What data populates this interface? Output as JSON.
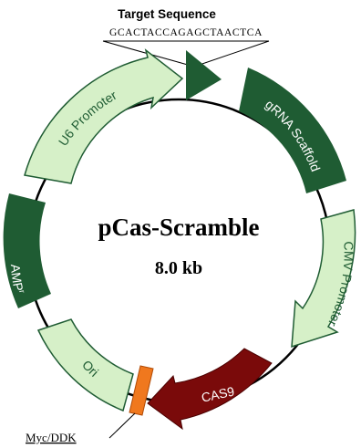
{
  "plasmid": {
    "name": "pCas-Scramble",
    "size": "8.0 kb"
  },
  "target": {
    "title": "Target Sequence",
    "sequence": "GCACTACCAGAGCTAACTCA"
  },
  "features": [
    {
      "id": "u6",
      "label": "U6 Promoter",
      "color": "#d6f0c8",
      "text_color": "#1f5c33"
    },
    {
      "id": "grna",
      "label": "gRNA Scaffold",
      "color": "#1f5c33",
      "text_color": "#ffffff"
    },
    {
      "id": "cmv",
      "label": "CMV Promoter",
      "color": "#d6f0c8",
      "text_color": "#1f5c33"
    },
    {
      "id": "cas9",
      "label": "CAS9",
      "color": "#7a0a0a",
      "text_color": "#ffffff"
    },
    {
      "id": "ori",
      "label": "Ori",
      "color": "#d6f0c8",
      "text_color": "#1f5c33"
    },
    {
      "id": "amp",
      "label": "AMP",
      "label_sup": "r",
      "color": "#1f5c33",
      "text_color": "#ffffff"
    }
  ],
  "tag": {
    "label": "Myc/DDK",
    "color": "#f0781e"
  },
  "colors": {
    "backbone": "#000000",
    "target_marker": "#1f5c33"
  }
}
